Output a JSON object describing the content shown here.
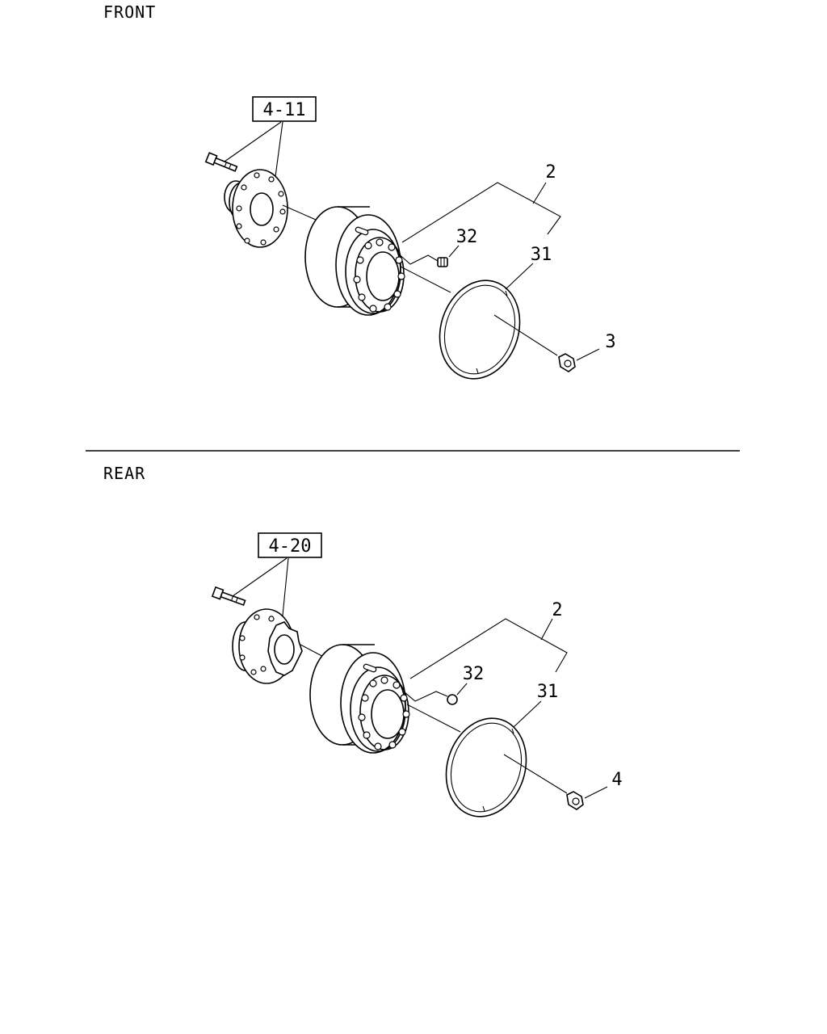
{
  "sections": {
    "front": {
      "title": "FRONT",
      "ref_box": "4-11",
      "callouts": {
        "wheel": "2",
        "ring": "31",
        "valve": "32",
        "nut": "3"
      }
    },
    "rear": {
      "title": "REAR",
      "ref_box": "4-20",
      "callouts": {
        "wheel": "2",
        "ring": "31",
        "valve": "32",
        "nut": "4"
      }
    }
  }
}
